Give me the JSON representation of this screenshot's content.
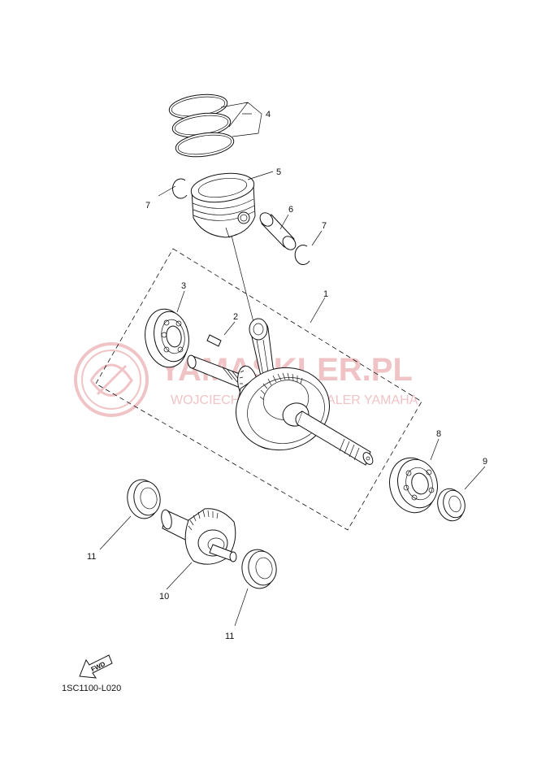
{
  "watermark": {
    "title": "YAMASKLER.PL",
    "subtitle": "WOJCIECH MALCZYK DEALER YAMAHA",
    "color": "#f0c4c6"
  },
  "callouts": [
    {
      "id": "1",
      "label": "1"
    },
    {
      "id": "2",
      "label": "2"
    },
    {
      "id": "3",
      "label": "3"
    },
    {
      "id": "4",
      "label": "4"
    },
    {
      "id": "5",
      "label": "5"
    },
    {
      "id": "6",
      "label": "6"
    },
    {
      "id": "7a",
      "label": "7"
    },
    {
      "id": "7b",
      "label": "7"
    },
    {
      "id": "8",
      "label": "8"
    },
    {
      "id": "9",
      "label": "9"
    },
    {
      "id": "10",
      "label": "10"
    },
    {
      "id": "11a",
      "label": "11"
    },
    {
      "id": "11b",
      "label": "11"
    }
  ],
  "fwd_arrow": {
    "label": "FWD",
    "icon": "fwd-arrow-icon"
  },
  "diagram_code": "1SC1100-L020"
}
